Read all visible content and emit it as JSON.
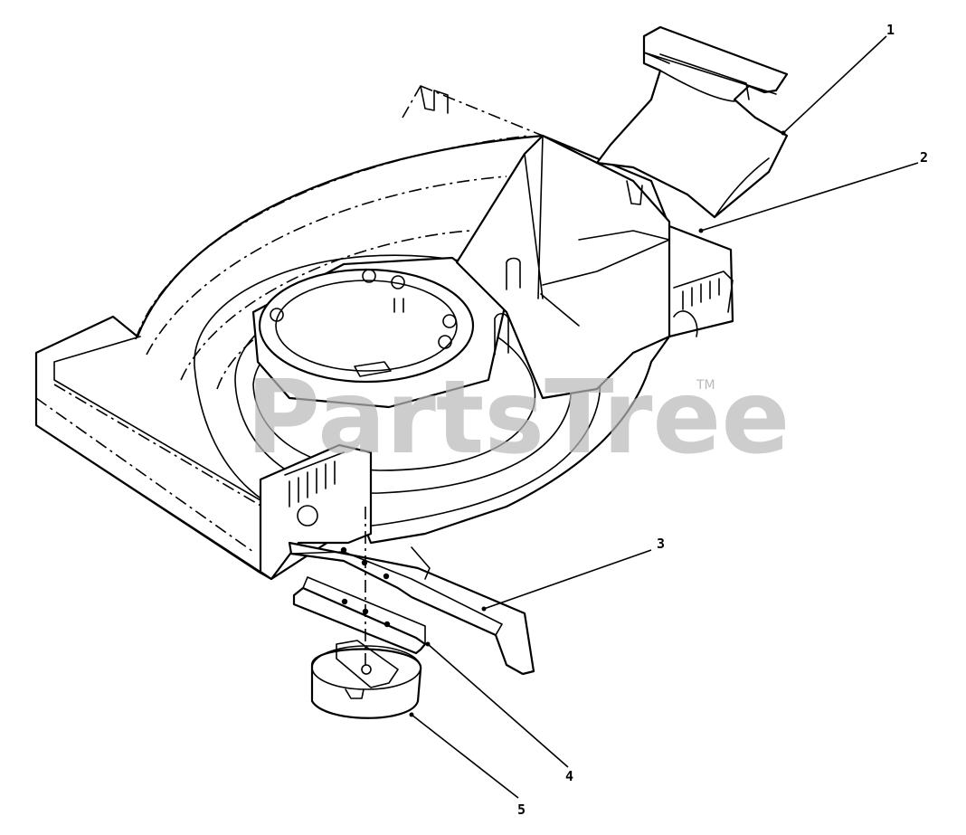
{
  "callouts": {
    "c1": "1",
    "c2": "2",
    "c3": "3",
    "c4": "4",
    "c5": "5"
  },
  "watermark": {
    "text": "PartsTree",
    "trademark": "TM"
  },
  "colors": {
    "line": "#000000",
    "background": "#ffffff",
    "watermark": "#b9b9b9"
  }
}
